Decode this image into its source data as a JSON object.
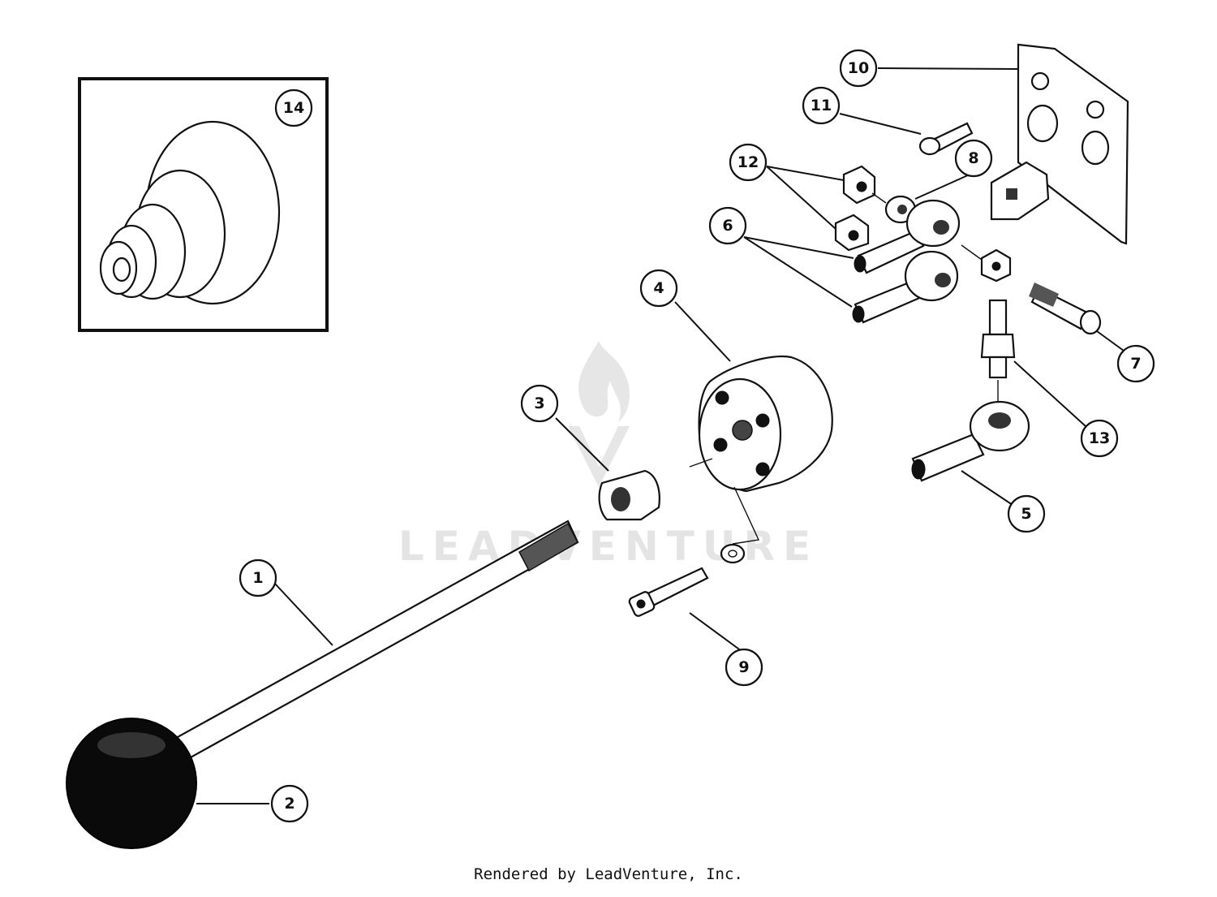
{
  "diagram": {
    "callouts": [
      "1",
      "2",
      "3",
      "4",
      "5",
      "6",
      "7",
      "8",
      "9",
      "10",
      "11",
      "12",
      "13",
      "14"
    ]
  },
  "watermark": "LEADVENTURE",
  "footer": "Rendered by LeadVenture, Inc."
}
